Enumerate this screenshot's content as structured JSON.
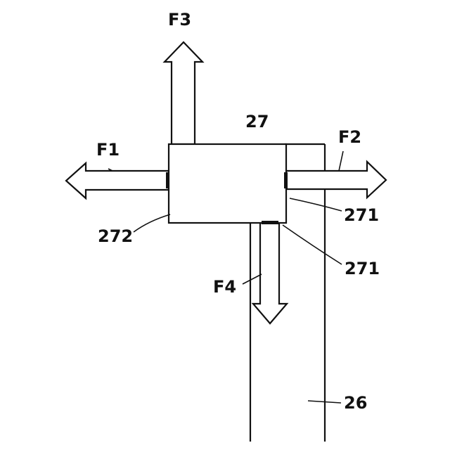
{
  "labels": {
    "f1": "F1",
    "f2": "F2",
    "f3": "F3",
    "f4": "F4",
    "block": "27",
    "contact_right": "271",
    "contact_bottom": "271",
    "contact_left": "272",
    "rail": "26"
  },
  "colors": {
    "ink": "#111111",
    "paper": "#ffffff"
  }
}
